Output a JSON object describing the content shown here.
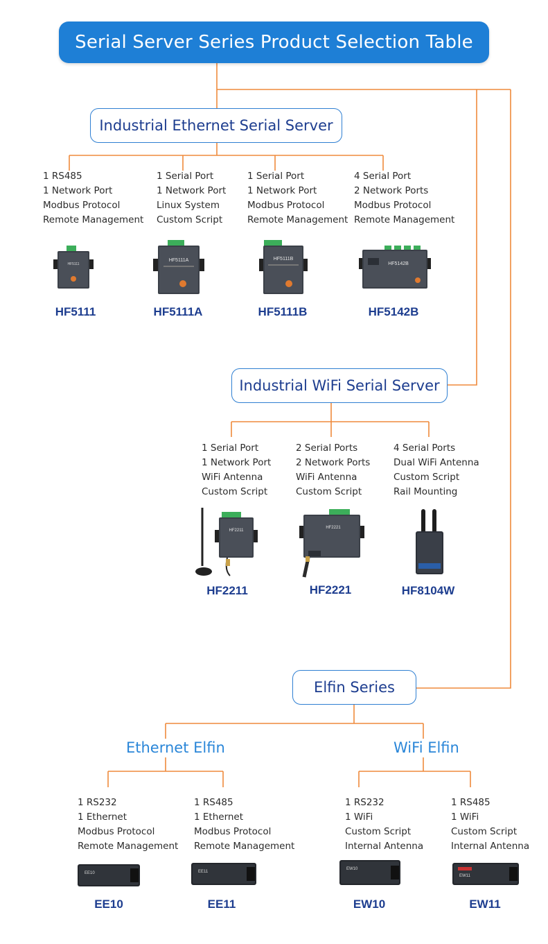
{
  "title": "Serial Server Series Product Selection Table",
  "colors": {
    "accent": "#1e7fd6",
    "connector": "#ef8a3c",
    "model_text": "#1d3d8f",
    "sub_label": "#2a86d8"
  },
  "ethernet": {
    "category": "Industrial Ethernet Serial Server",
    "products": [
      {
        "model": "HF5111",
        "specs": [
          "1 RS485",
          "1 Network Port",
          "Modbus Protocol",
          "Remote Management"
        ]
      },
      {
        "model": "HF5111A",
        "specs": [
          "1 Serial Port",
          "1 Network Port",
          "Linux System",
          "Custom Script"
        ]
      },
      {
        "model": "HF5111B",
        "specs": [
          "1 Serial Port",
          "1 Network Port",
          "Modbus Protocol",
          "Remote Management"
        ]
      },
      {
        "model": "HF5142B",
        "specs": [
          "4 Serial Port",
          "2 Network Ports",
          "Modbus Protocol",
          "Remote Management"
        ]
      }
    ]
  },
  "wifi": {
    "category": "Industrial WiFi Serial Server",
    "products": [
      {
        "model": "HF2211",
        "specs": [
          "1 Serial Port",
          "1 Network Port",
          "WiFi Antenna",
          "Custom Script"
        ]
      },
      {
        "model": "HF2221",
        "specs": [
          "2 Serial Ports",
          "2 Network Ports",
          "WiFi Antenna",
          "Custom Script"
        ]
      },
      {
        "model": "HF8104W",
        "specs": [
          "4 Serial Ports",
          "Dual WiFi Antenna",
          "Custom Script",
          "Rail Mounting"
        ]
      }
    ]
  },
  "elfin": {
    "category": "Elfin Series",
    "ethernet_label": "Ethernet Elfin",
    "wifi_label": "WiFi Elfin",
    "products": [
      {
        "model": "EE10",
        "specs": [
          "1 RS232",
          "1 Ethernet",
          "Modbus Protocol",
          "Remote Management"
        ]
      },
      {
        "model": "EE11",
        "specs": [
          "1 RS485",
          "1 Ethernet",
          "Modbus Protocol",
          "Remote Management"
        ]
      },
      {
        "model": "EW10",
        "specs": [
          "1 RS232",
          "1 WiFi",
          "Custom Script",
          "Internal Antenna"
        ]
      },
      {
        "model": "EW11",
        "specs": [
          "1 RS485",
          "1 WiFi",
          "Custom Script",
          "Internal Antenna"
        ]
      }
    ]
  },
  "device_labels": {
    "hf5111": "HF5111",
    "hf5111a": "HF5111A",
    "hf5111b": "HF5111B",
    "hf5142b": "HF5142B",
    "hf2211": "HF2211",
    "hf2221": "HF2221",
    "ee10": "EE10",
    "ee11": "EE11",
    "ew10": "EW10",
    "ew11": "EW11"
  }
}
